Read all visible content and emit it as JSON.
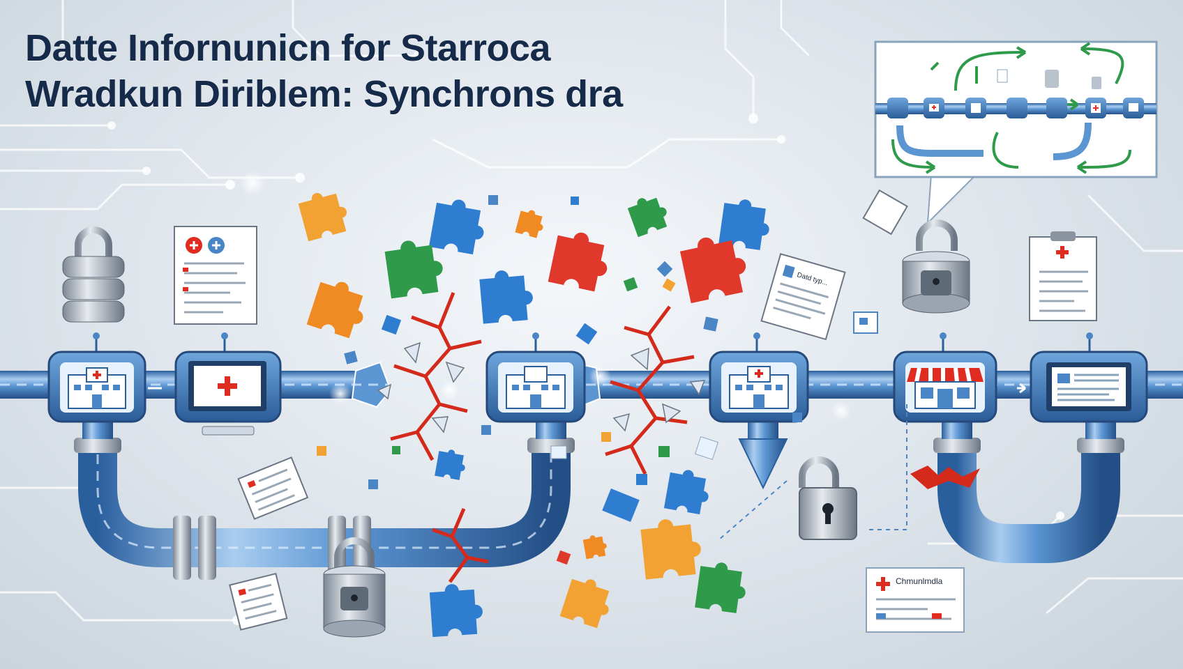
{
  "title": {
    "line1": "Datte Infornunicn for Starroca",
    "line2": "Wradkun Diriblem: Synchrons dra"
  },
  "record_caption": "Chmunlmdla",
  "doc_caption": "Datd typ...",
  "colors": {
    "pipe": "#4a86c6",
    "pipe_dark": "#2a5f9e",
    "pipe_light": "#a9cdf0",
    "crack": "#d42a1c",
    "medical_red": "#e02b20",
    "sync_green": "#2e9a4a",
    "title": "#162a4a"
  },
  "nodes": [
    {
      "name": "hospital-node",
      "icon": "hospital-icon"
    },
    {
      "name": "monitor-node",
      "icon": "medical-monitor-icon"
    },
    {
      "name": "hospital-node",
      "icon": "hospital-icon"
    },
    {
      "name": "hospital-node",
      "icon": "hospital-icon"
    },
    {
      "name": "pharmacy-node",
      "icon": "storefront-icon"
    },
    {
      "name": "monitor-node",
      "icon": "report-monitor-icon"
    }
  ],
  "icons": [
    "database-lock-icon",
    "medical-record-icon",
    "lock-icon",
    "clipboard-icon",
    "puzzle-piece-icon",
    "crack-icon",
    "sync-arrow-icon"
  ]
}
